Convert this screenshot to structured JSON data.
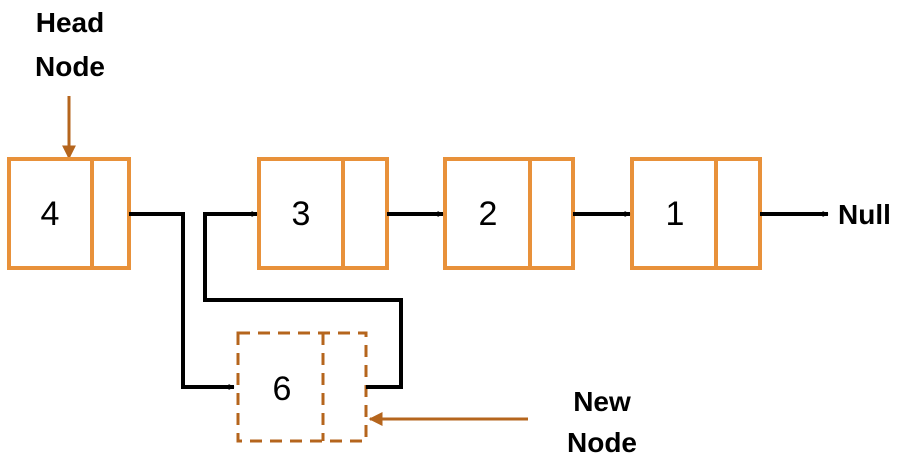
{
  "labels": {
    "head_line1": "Head",
    "head_line2": "Node",
    "new_line1": "New",
    "new_line2": "Node",
    "null": "Null"
  },
  "nodes": [
    {
      "value": "4"
    },
    {
      "value": "3"
    },
    {
      "value": "2"
    },
    {
      "value": "1"
    }
  ],
  "new_node": {
    "value": "6"
  },
  "colors": {
    "node_border": "#E8913A",
    "new_node_border": "#B5651D",
    "annotation_arrow": "#B5651D",
    "link_arrow": "#000000"
  }
}
